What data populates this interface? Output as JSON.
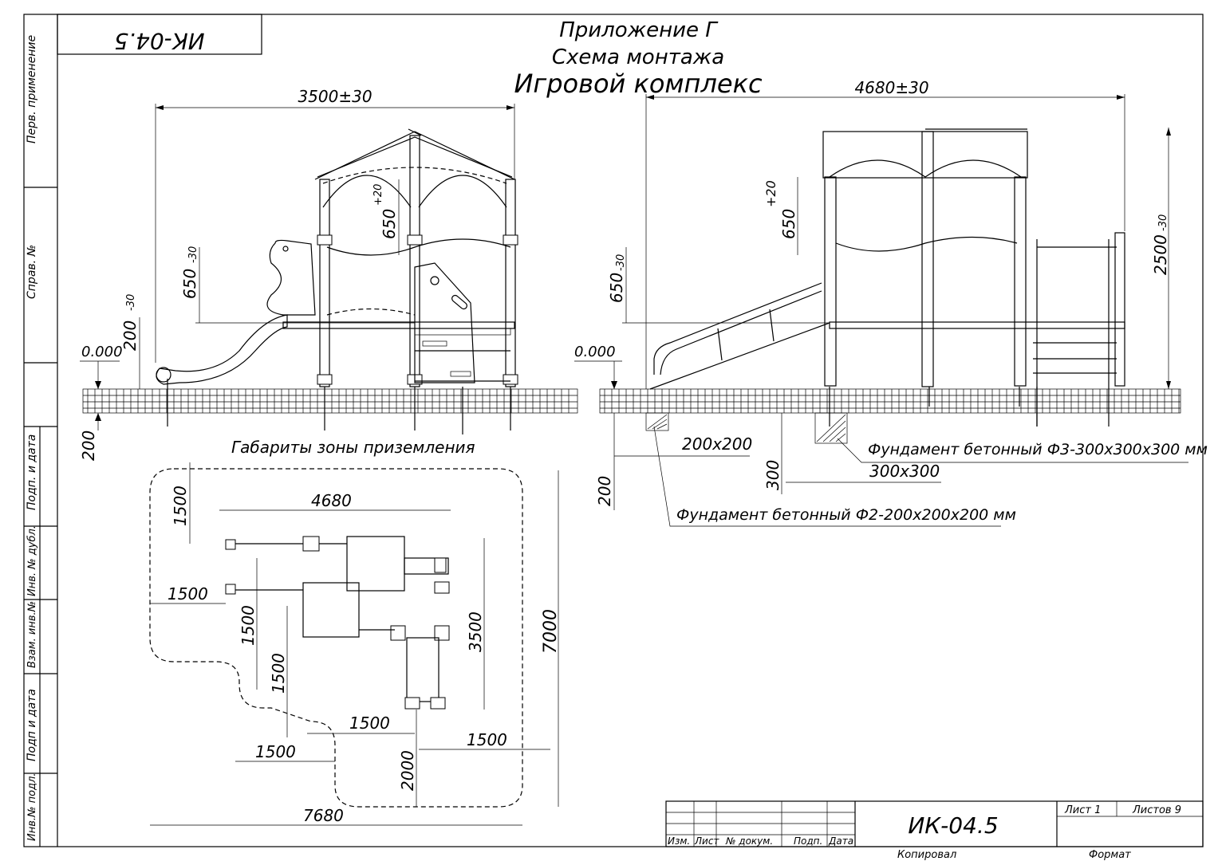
{
  "title": {
    "appendix": "Приложение Г",
    "scheme": "Схема монтажа",
    "object": "Игровой комплекс",
    "code_stamp": "ИК-04.5"
  },
  "side_labels": [
    "Перв. применение",
    "Справ. №",
    "Подп. и дата",
    "Инв. № дубл.",
    "Взам. инв.№",
    "Подп и дата",
    "Инв.№ подл."
  ],
  "front_view": {
    "width": "3500±30",
    "roof_h": "650",
    "roof_tol": "+20",
    "deck_h": "650",
    "deck_tol": "-30",
    "slide_h": "200",
    "slide_tol": "-30",
    "zero": "0.000",
    "depth": "200"
  },
  "side_view": {
    "width": "4680±30",
    "roof_h": "650",
    "roof_tol": "+20",
    "deck_h": "650",
    "deck_tol": "-30",
    "total_h": "2500",
    "total_tol": "-30",
    "zero": "0.000",
    "f2_size": "200x200",
    "f2_depth": "200",
    "f3_size": "300x300",
    "f3_depth": "300",
    "f3_label": "Фундамент бетонный Ф3-300х300х300 мм",
    "f2_label": "Фундамент бетонный Ф2-200х200х200 мм"
  },
  "plan": {
    "caption": "Габариты зоны приземления",
    "dims": [
      "1500",
      "4680",
      "1500",
      "1500",
      "1500",
      "3500",
      "7000",
      "1500",
      "1500",
      "1500",
      "2000",
      "7680"
    ]
  },
  "title_block": {
    "code": "ИК-04.5",
    "sheet": "Лист 1",
    "sheets": "Листов 9",
    "cols": [
      "Изм.",
      "Лист",
      "№ докум.",
      "Подп.",
      "Дата"
    ],
    "copied": "Копировал",
    "format": "Формат"
  }
}
